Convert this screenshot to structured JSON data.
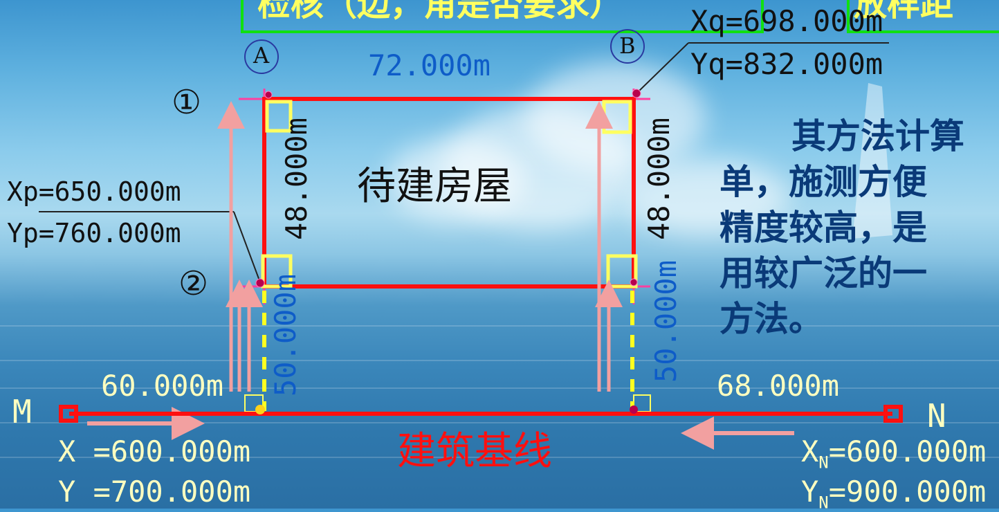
{
  "banner": {
    "left": "检核（边，角是否要求）",
    "right": "放样距"
  },
  "labels": {
    "axis_a": "A",
    "axis_b": "B",
    "row_1": "①",
    "row_2": "②",
    "top_width": "72.000m",
    "left_height": "48.000m",
    "right_height": "48.000m",
    "left_offset": "50.000m",
    "right_offset": "50.000m",
    "m_distance": "60.000m",
    "n_distance": "68.000m",
    "building": "待建房屋",
    "baseline": "建筑基线",
    "point_m": "M",
    "point_n": "N"
  },
  "coords": {
    "xq": "Xq=698.000m",
    "yq": "Yq=832.000m",
    "xp": "Xp=650.000m",
    "yp": "Yp=760.000m",
    "xm": "X  =600.000m",
    "ym": "Y  =700.000m",
    "xn_sym": "X",
    "xn_sub": "N",
    "xn_val": "=600.000m",
    "yn_sym": "Y",
    "yn_sub": "N",
    "yn_val": "=900.000m"
  },
  "description": {
    "line1": "其方法计算",
    "line2": "单，施测方便",
    "line3": "精度较高，是",
    "line4": "用较广泛的一",
    "line5": "方法。"
  },
  "colors": {
    "building_edge": "#ff1010",
    "baseline": "#ff1010",
    "arrow": "#f2a0a0",
    "right_angle": "#ffff60",
    "label_cream": "#ffffc0",
    "label_blue": "#0e5cc8",
    "banner_border": "#10e010"
  }
}
